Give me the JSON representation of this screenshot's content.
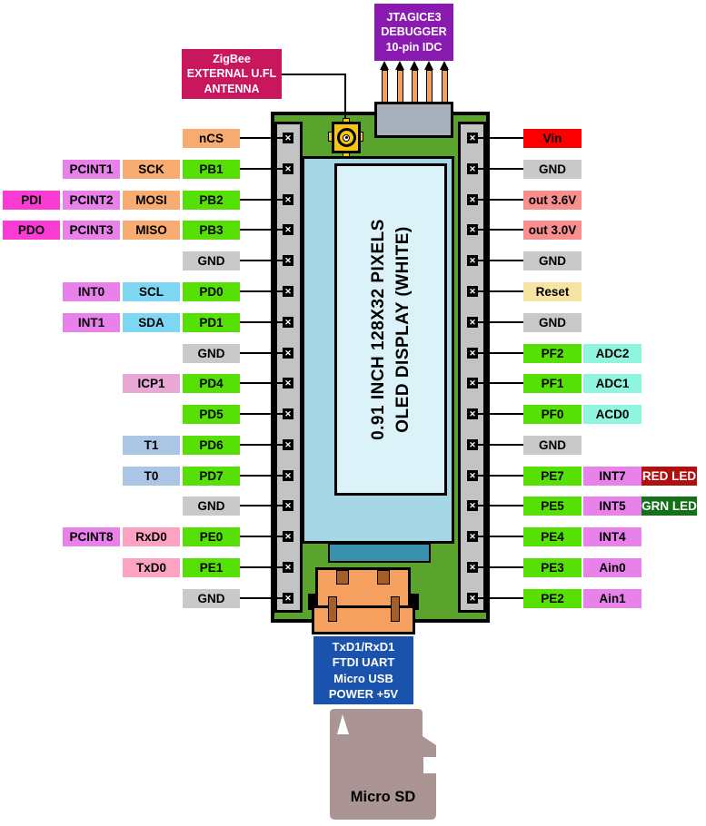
{
  "palette": {
    "green": "#57E005",
    "orange": "#F8AC72",
    "violet": "#E881EA",
    "magenta": "#FA3BD4",
    "gray": "#C9C9C9",
    "cyan": "#7ED7F2",
    "plum": "#E8A8D5",
    "steel": "#AAC6E4",
    "pink": "#FCA3C4",
    "red": "#FB0000",
    "salmon": "#F98E8E",
    "wheat": "#F7E3A3",
    "turquoise": "#90F5DE",
    "redled": "#B01010",
    "grnled": "#15701A"
  },
  "board": {
    "pcb": "#5AA42D",
    "header": "#C3C3C3",
    "oled_outer": "#A6D7E6",
    "oled_inner": "#DCF2F9",
    "oled_flex": "#3A92AE",
    "antenna_gold": "#F7C517",
    "jtag_block": "#A8B0BC",
    "jtag_pin": "#F2A25F",
    "usb": "#F5A05F",
    "usb_brown": "#A45F28",
    "sd": "#AB9494"
  },
  "callouts": {
    "zigbee": {
      "bg": "#C8175C",
      "lines": [
        "ZigBee",
        "EXTERNAL U.FL",
        "ANTENNA"
      ]
    },
    "jtag": {
      "bg": "#8A1BB0",
      "lines": [
        "JTAGICE3",
        "DEBUGGER",
        "10-pin IDC"
      ]
    },
    "ftdi": {
      "bg": "#1A53AE",
      "lines": [
        "TxD1/RxD1",
        "FTDI UART",
        "Micro USB",
        "POWER +5V"
      ]
    },
    "microsd": {
      "label": "Micro SD"
    }
  },
  "oled": {
    "line1": "0.91 INCH 128X32 PIXELS",
    "line2": "OLED DISPLAY (WHITE)"
  },
  "left_rows": [
    [
      {
        "t": "nCS",
        "c": "orange"
      }
    ],
    [
      {
        "t": "PB1",
        "c": "green"
      },
      {
        "t": "SCK",
        "c": "orange"
      },
      {
        "t": "PCINT1",
        "c": "violet"
      }
    ],
    [
      {
        "t": "PB2",
        "c": "green"
      },
      {
        "t": "MOSI",
        "c": "orange"
      },
      {
        "t": "PCINT2",
        "c": "violet"
      },
      {
        "t": "PDI",
        "c": "magenta"
      }
    ],
    [
      {
        "t": "PB3",
        "c": "green"
      },
      {
        "t": "MISO",
        "c": "orange"
      },
      {
        "t": "PCINT3",
        "c": "violet"
      },
      {
        "t": "PDO",
        "c": "magenta"
      }
    ],
    [
      {
        "t": "GND",
        "c": "gray"
      }
    ],
    [
      {
        "t": "PD0",
        "c": "green"
      },
      {
        "t": "SCL",
        "c": "cyan"
      },
      {
        "t": "INT0",
        "c": "violet"
      }
    ],
    [
      {
        "t": "PD1",
        "c": "green"
      },
      {
        "t": "SDA",
        "c": "cyan"
      },
      {
        "t": "INT1",
        "c": "violet"
      }
    ],
    [
      {
        "t": "GND",
        "c": "gray"
      }
    ],
    [
      {
        "t": "PD4",
        "c": "green"
      },
      {
        "t": "ICP1",
        "c": "plum"
      }
    ],
    [
      {
        "t": "PD5",
        "c": "green"
      }
    ],
    [
      {
        "t": "PD6",
        "c": "green"
      },
      {
        "t": "T1",
        "c": "steel"
      }
    ],
    [
      {
        "t": "PD7",
        "c": "green"
      },
      {
        "t": "T0",
        "c": "steel"
      }
    ],
    [
      {
        "t": "GND",
        "c": "gray"
      }
    ],
    [
      {
        "t": "PE0",
        "c": "green"
      },
      {
        "t": "RxD0",
        "c": "pink"
      },
      {
        "t": "PCINT8",
        "c": "violet"
      }
    ],
    [
      {
        "t": "PE1",
        "c": "green"
      },
      {
        "t": "TxD0",
        "c": "pink"
      }
    ],
    [
      {
        "t": "GND",
        "c": "gray"
      }
    ]
  ],
  "right_rows": [
    [
      {
        "t": "Vin",
        "c": "red"
      }
    ],
    [
      {
        "t": "GND",
        "c": "gray"
      }
    ],
    [
      {
        "t": "out 3.6V",
        "c": "salmon"
      }
    ],
    [
      {
        "t": "out 3.0V",
        "c": "salmon"
      }
    ],
    [
      {
        "t": "GND",
        "c": "gray"
      }
    ],
    [
      {
        "t": "Reset",
        "c": "wheat"
      }
    ],
    [
      {
        "t": "GND",
        "c": "gray"
      }
    ],
    [
      {
        "t": "PF2",
        "c": "green"
      },
      {
        "t": "ADC2",
        "c": "turquoise"
      }
    ],
    [
      {
        "t": "PF1",
        "c": "green"
      },
      {
        "t": "ADC1",
        "c": "turquoise"
      }
    ],
    [
      {
        "t": "PF0",
        "c": "green"
      },
      {
        "t": "ACD0",
        "c": "turquoise"
      }
    ],
    [
      {
        "t": "GND",
        "c": "gray"
      }
    ],
    [
      {
        "t": "PE7",
        "c": "green"
      },
      {
        "t": "INT7",
        "c": "violet"
      },
      {
        "t": "RED LED",
        "c": "redled",
        "fg": "#FFFFFF"
      }
    ],
    [
      {
        "t": "PE5",
        "c": "green"
      },
      {
        "t": "INT5",
        "c": "violet"
      },
      {
        "t": "GRN LED",
        "c": "grnled",
        "fg": "#FFFFFF"
      }
    ],
    [
      {
        "t": "PE4",
        "c": "green"
      },
      {
        "t": "INT4",
        "c": "violet"
      }
    ],
    [
      {
        "t": "PE3",
        "c": "green"
      },
      {
        "t": "Ain0",
        "c": "violet"
      }
    ],
    [
      {
        "t": "PE2",
        "c": "green"
      },
      {
        "t": "Ain1",
        "c": "violet"
      }
    ]
  ]
}
